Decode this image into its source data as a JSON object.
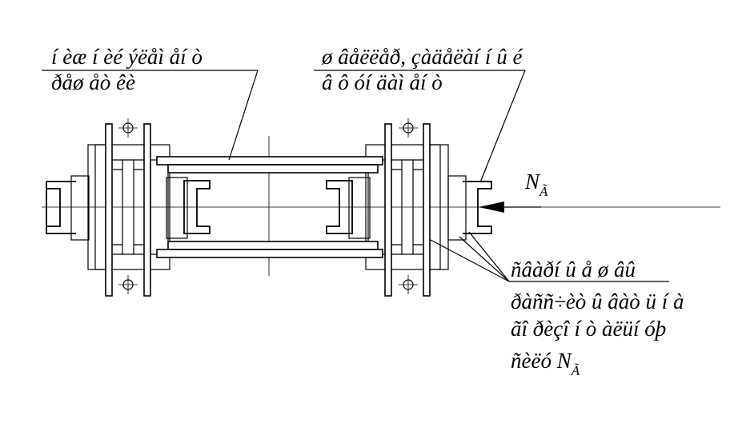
{
  "labels": {
    "left_top_line1": "í èæ í èé ýëåì åí ò",
    "left_top_line2": "ðåø åò êè",
    "right_top_line1": "ø âåëëåð, çàäåëàí í û é",
    "right_top_line2": "â ô óí äàì åí ò",
    "force_symbol": "N",
    "force_subscript": "Ã",
    "bottom_line1": "ñâàðí û å ø âû",
    "bottom_line2": "ðàññ÷èò û âàò ü í à",
    "bottom_line3": "ãî ðèçî í ò àëüí óþ",
    "bottom_line4_text": "ñèëó N",
    "bottom_line4_sub": "Ã"
  },
  "colors": {
    "ink": "#000000",
    "background": "#ffffff"
  }
}
